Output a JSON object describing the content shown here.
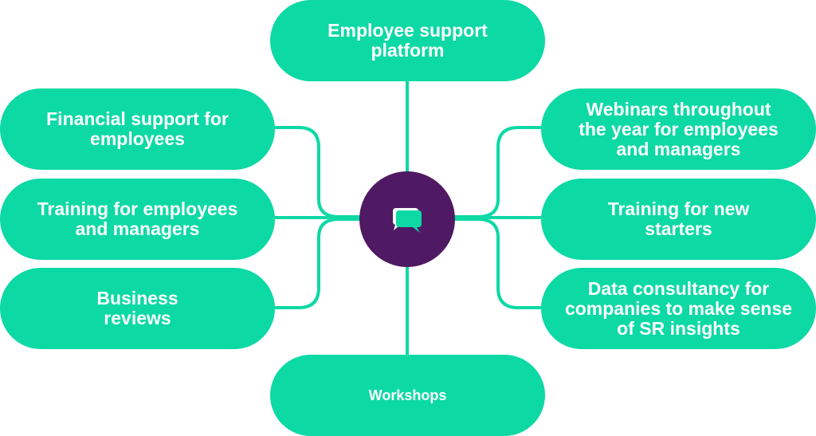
{
  "diagram": {
    "colors": {
      "node_fill": "#0dd9a5",
      "hub_fill": "#4f1a63",
      "connector": "#0dd9a5",
      "text": "#ffffff"
    },
    "hub": {
      "icon": "chat-bubbles-icon"
    },
    "nodes": {
      "top": {
        "lines": [
          "Employee support",
          "platform"
        ]
      },
      "left_1": {
        "lines": [
          "Financial support for",
          "employees"
        ]
      },
      "left_2": {
        "lines": [
          "Training for employees",
          "and managers"
        ]
      },
      "left_3": {
        "lines": [
          "Business",
          "reviews"
        ]
      },
      "right_1": {
        "lines": [
          "Webinars throughout",
          "the year for employees",
          "and managers"
        ]
      },
      "right_2": {
        "lines": [
          "Training for new",
          "starters"
        ]
      },
      "right_3": {
        "lines": [
          "Data consultancy for",
          "companies to make sense",
          "of SR insights"
        ]
      },
      "bottom": {
        "lines": [
          "Workshops"
        ]
      }
    }
  }
}
